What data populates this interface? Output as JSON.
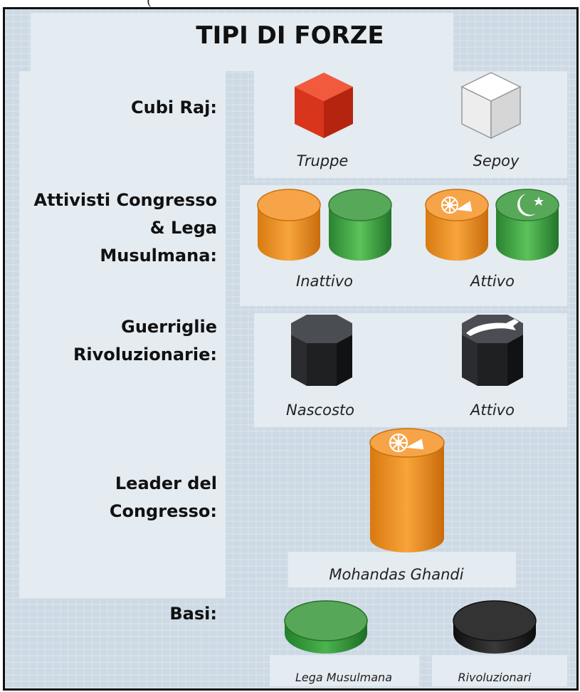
{
  "header_fragment": "(",
  "title": "TIPI DI FORZE",
  "rows": [
    {
      "label_lines": [
        "Cubi Raj:"
      ],
      "captions": [
        "Truppe",
        "Sepoy"
      ]
    },
    {
      "label_lines": [
        "Attivisti Congresso",
        "& Lega",
        "Musulmana:"
      ],
      "captions": [
        "Inattivo",
        "Attivo"
      ]
    },
    {
      "label_lines": [
        "Guerriglie",
        "Rivoluzionarie:"
      ],
      "captions": [
        "Nascosto",
        "Attivo"
      ]
    },
    {
      "label_lines": [
        "Leader del",
        "Congresso:"
      ],
      "captions": [
        "Mohandas Ghandi"
      ]
    },
    {
      "label_lines": [
        "Basi:"
      ],
      "captions": [
        "Lega Musulmana",
        "Rivoluzionari"
      ]
    }
  ],
  "pieces": [
    {
      "kind": "cube",
      "color": "#e33b22",
      "icon": "none"
    },
    {
      "kind": "cube",
      "color": "#f4f4f4",
      "icon": "none"
    },
    {
      "kind": "cylinder",
      "color": "#f39a2a",
      "icon": "none"
    },
    {
      "kind": "cylinder",
      "color": "#3aa23e",
      "icon": "none"
    },
    {
      "kind": "cylinder",
      "color": "#f39a2a",
      "icon": "spinning-wheel-icon"
    },
    {
      "kind": "cylinder",
      "color": "#3aa23e",
      "icon": "crescent-star-icon"
    },
    {
      "kind": "octagon",
      "color": "#2f3134",
      "icon": "none"
    },
    {
      "kind": "octagon",
      "color": "#2f3134",
      "icon": "panther-icon"
    },
    {
      "kind": "tall-cylinder",
      "color": "#f39a2a",
      "icon": "spinning-wheel-icon"
    },
    {
      "kind": "disc",
      "color": "#3aa23e",
      "icon": "none"
    },
    {
      "kind": "disc",
      "color": "#2b2b2b",
      "icon": "none"
    }
  ]
}
